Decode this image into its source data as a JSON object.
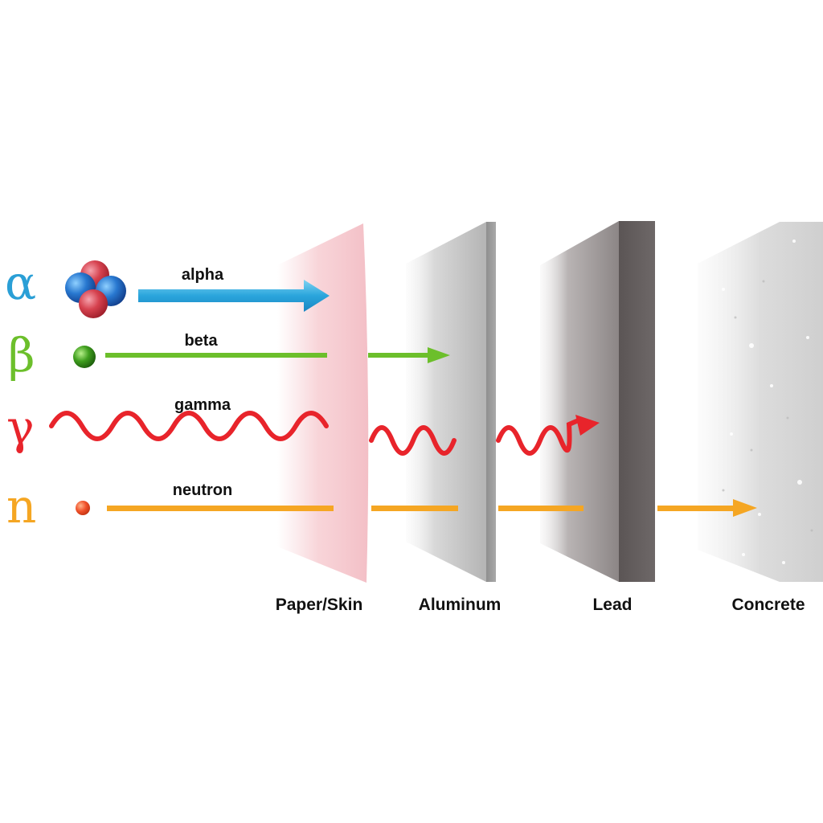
{
  "particles": [
    {
      "id": "alpha",
      "symbol": "α",
      "label": "alpha",
      "color": "#2a9fd6"
    },
    {
      "id": "beta",
      "symbol": "β",
      "label": "beta",
      "color": "#6cbf2b"
    },
    {
      "id": "gamma",
      "symbol": "γ",
      "label": "gamma",
      "color": "#e8242b"
    },
    {
      "id": "neutron",
      "symbol": "n",
      "label": "neutron",
      "color": "#f5a623"
    }
  ],
  "barriers": [
    {
      "id": "paper",
      "label": "Paper/Skin"
    },
    {
      "id": "aluminum",
      "label": "Aluminum"
    },
    {
      "id": "lead",
      "label": "Lead"
    },
    {
      "id": "concrete",
      "label": "Concrete"
    }
  ]
}
